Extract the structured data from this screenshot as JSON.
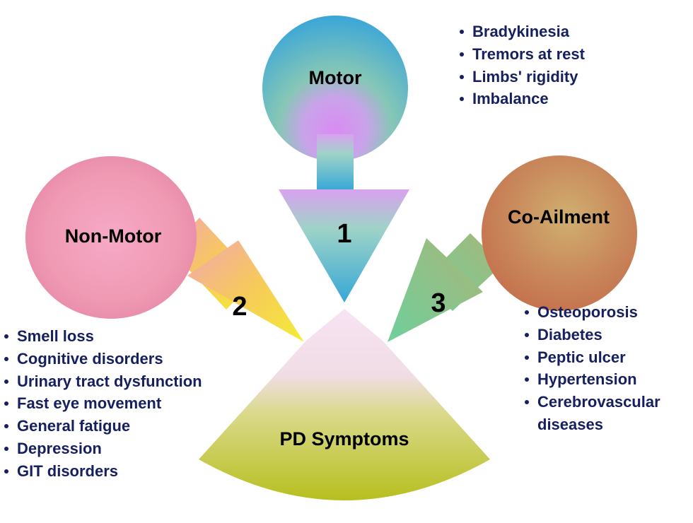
{
  "center": {
    "label": "PD Symptoms"
  },
  "motor": {
    "label": "Motor",
    "number": "1",
    "items": [
      "Bradykinesia",
      "Tremors at rest",
      "Limbs' rigidity",
      "Imbalance"
    ]
  },
  "non_motor": {
    "label": "Non-Motor",
    "number": "2",
    "items": [
      "Smell loss",
      "Cognitive disorders",
      "Urinary tract dysfunction",
      "Fast eye movement",
      "General fatigue",
      "Depression",
      "GIT disorders"
    ]
  },
  "co_ailment": {
    "label": "Co-Ailment",
    "number": "3",
    "items": [
      "Osteoporosis",
      "Diabetes",
      "Peptic ulcer",
      "Hypertension",
      "Cerebrovascular",
      "diseases"
    ]
  },
  "colors": {
    "text_dark": "#000000",
    "list_navy": "#17205e",
    "motor_outer": "#3aa6d8",
    "motor_inner": "#d98cf2",
    "non_motor_circle": "#ef8fb4",
    "non_motor_arrow": "#f4e54c",
    "co_ailment_circle": "#c98157",
    "co_ailment_arrow": "#7fc9a0",
    "fan_top": "#f7dff3",
    "fan_bottom": "#bcc42a"
  }
}
